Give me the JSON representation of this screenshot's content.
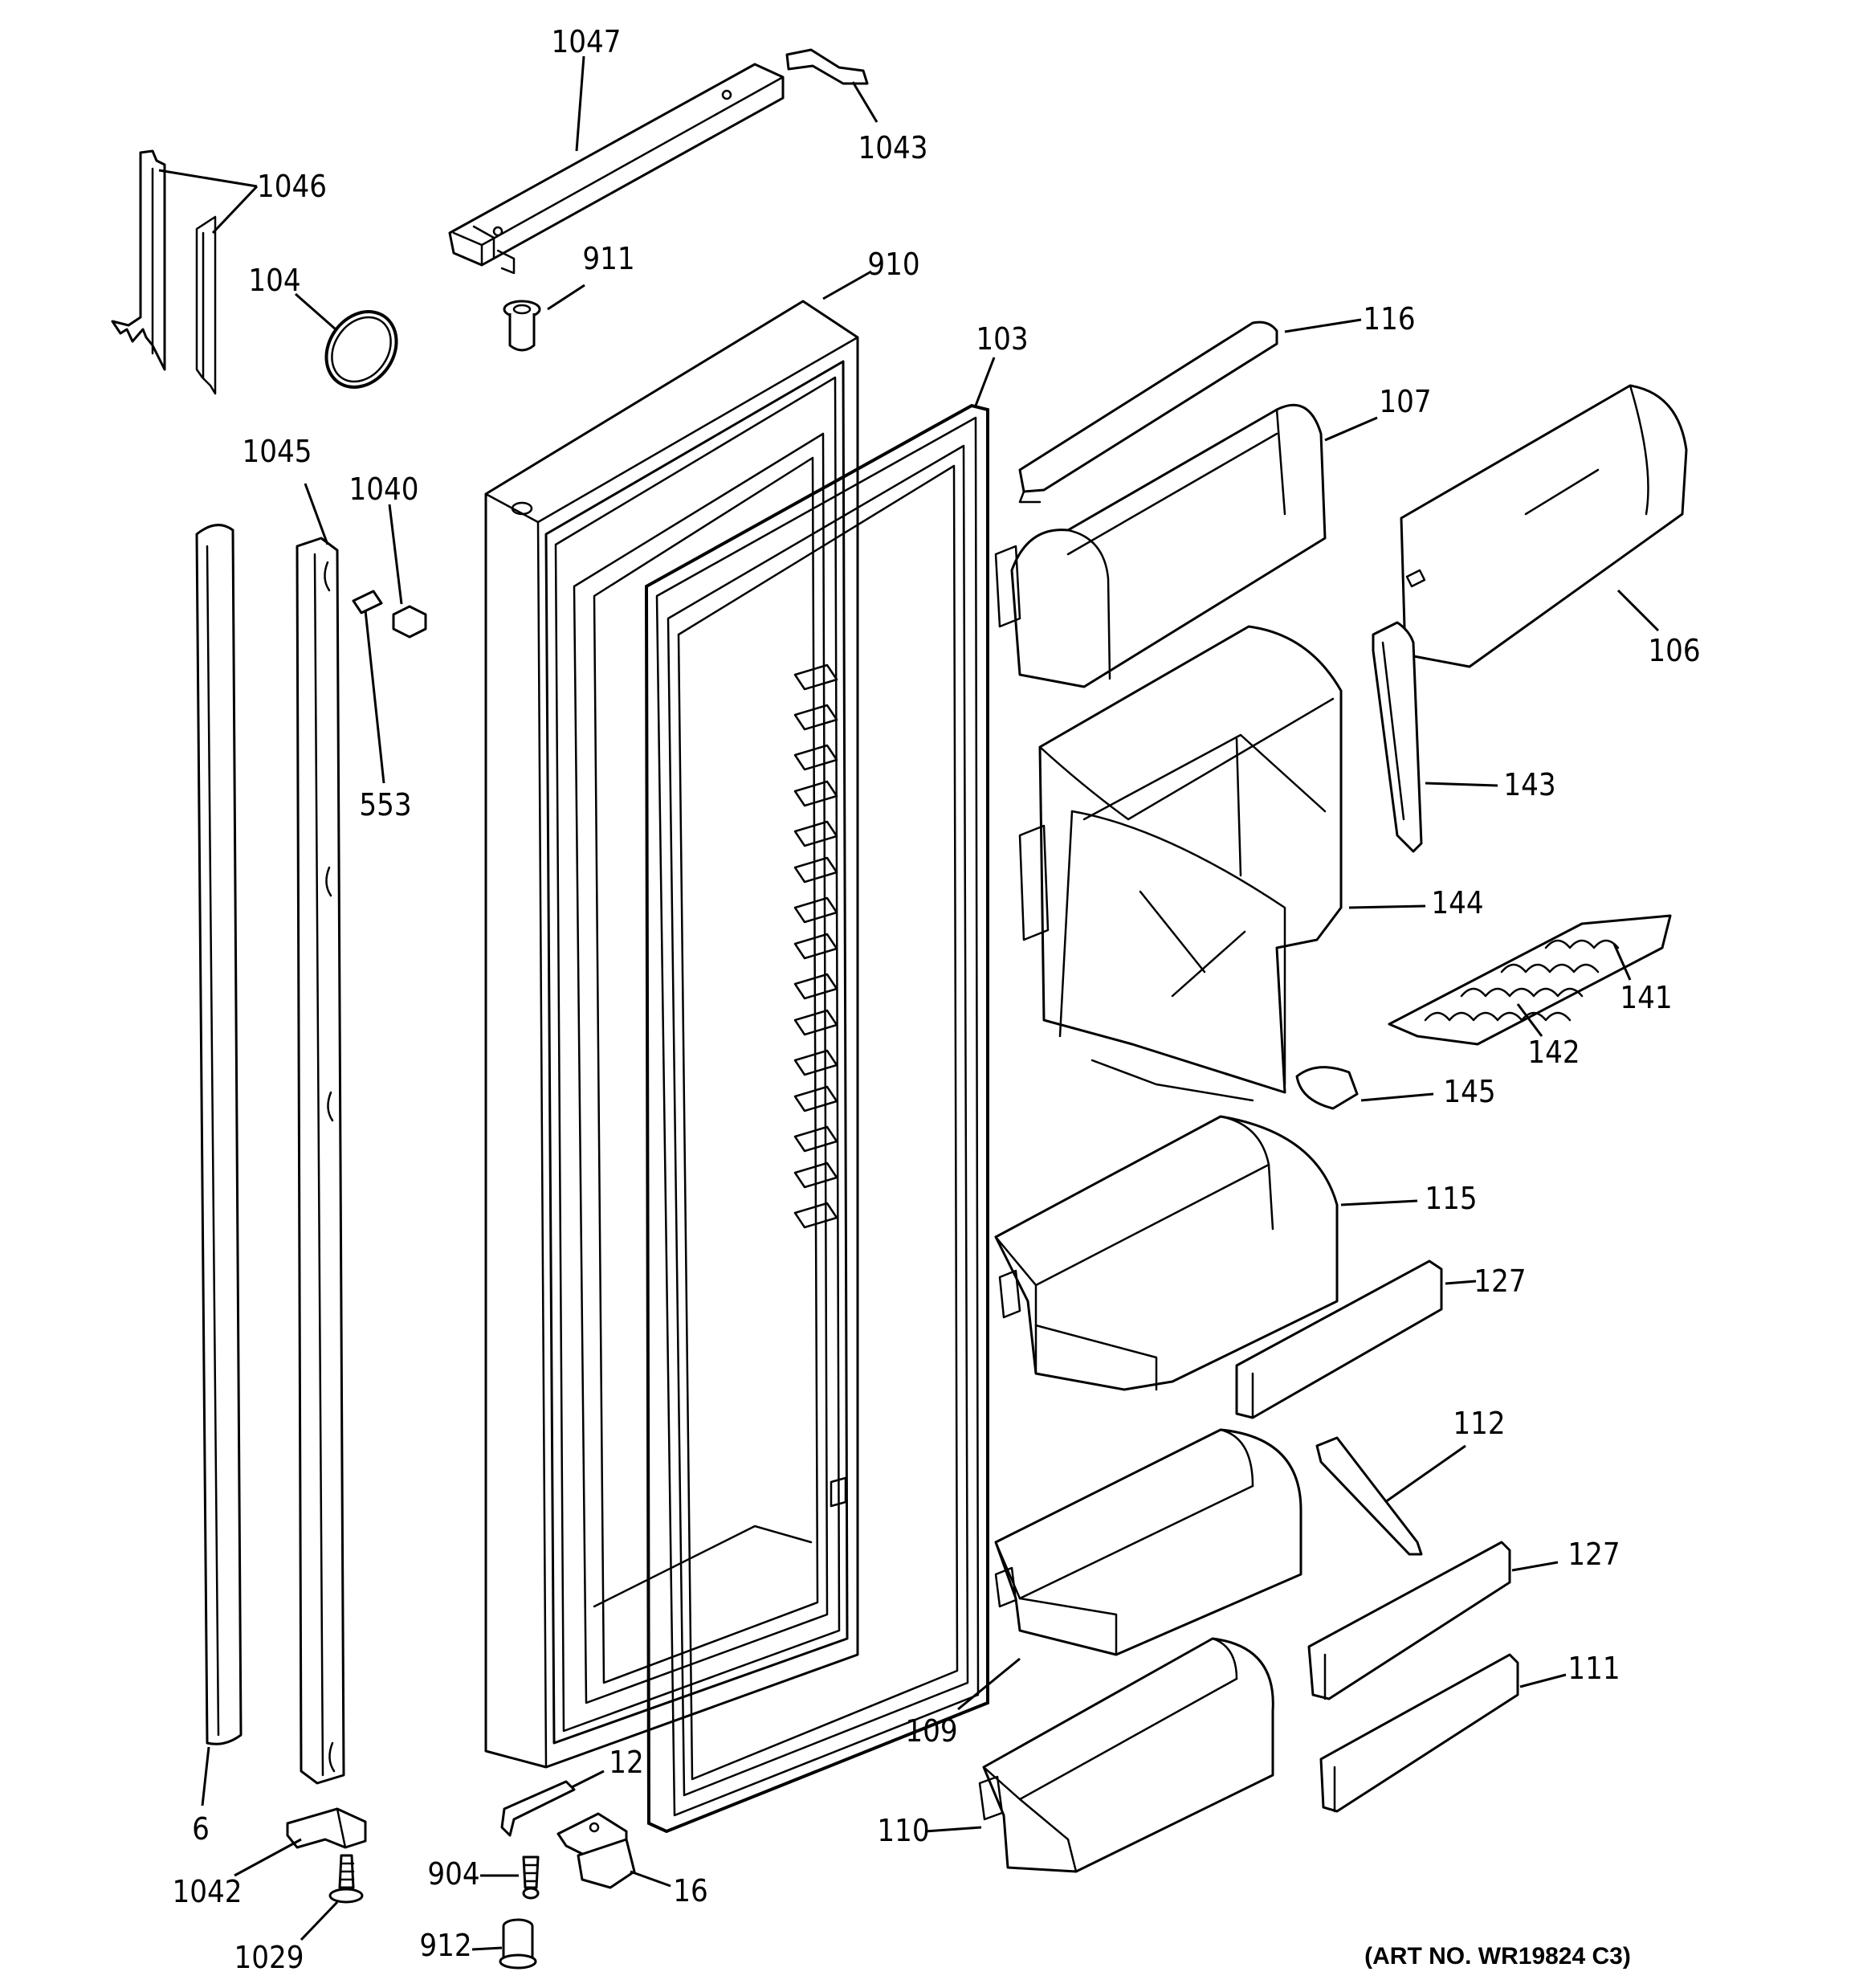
{
  "art_number": "(ART NO. WR19824 C3)",
  "callouts": {
    "c1047": "1047",
    "c1043": "1043",
    "c1046": "1046",
    "c104": "104",
    "c911": "911",
    "c910": "910",
    "c103": "103",
    "c116": "116",
    "c107": "107",
    "c106": "106",
    "c1045": "1045",
    "c1040": "1040",
    "c553": "553",
    "c143": "143",
    "c144": "144",
    "c141": "141",
    "c142": "142",
    "c145": "145",
    "c115": "115",
    "c127a": "127",
    "c112": "112",
    "c127b": "127",
    "c111": "111",
    "c109": "109",
    "c110": "110",
    "c12": "12",
    "c6": "6",
    "c1042": "1042",
    "c904": "904",
    "c16": "16",
    "c1029": "1029",
    "c912": "912"
  }
}
